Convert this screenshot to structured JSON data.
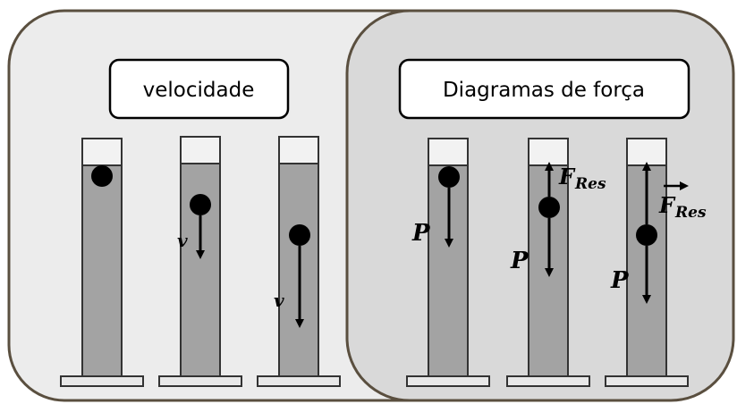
{
  "panels": {
    "left_title": "velocidade",
    "right_title": "Diagramas de força"
  },
  "labels": {
    "velocity": "v",
    "weight": "P",
    "resultant_main": "F",
    "resultant_sub": "Res"
  },
  "colors": {
    "left_panel_bg": "#ececec",
    "right_panel_bg": "#d9d9d9",
    "panel_border": "#5a4f3f",
    "liquid": "#a3a3a3",
    "tube_top": "#f2f2f2",
    "base": "#e8e8e8"
  }
}
